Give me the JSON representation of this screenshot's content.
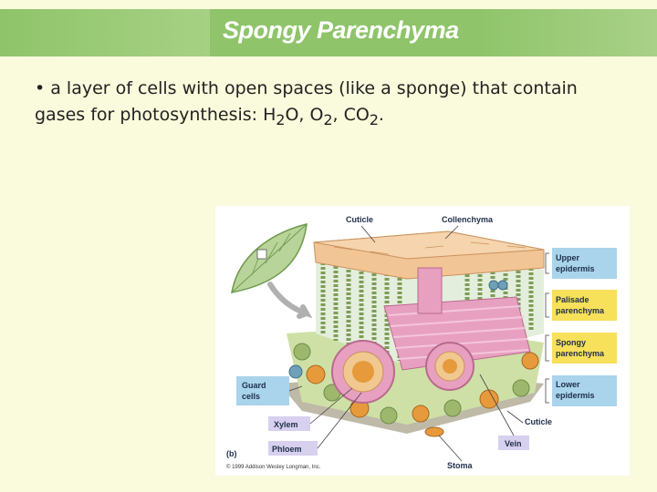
{
  "slide": {
    "title": "Spongy Parenchyma",
    "bullet_main": "• a layer of cells with open spaces (like a sponge) that contain gases for photosynthesis: H",
    "sub_2a": "2",
    "o_comma": "O, O",
    "sub_2b": "2",
    "co_comma": ", CO",
    "sub_2c": "2",
    "period": "."
  },
  "figure": {
    "labels": {
      "cuticle_top": "Cuticle",
      "collenchyma": "Collenchyma",
      "upper_epidermis_1": "Upper",
      "upper_epidermis_2": "epidermis",
      "palisade_1": "Palisade",
      "palisade_2": "parenchyma",
      "spongy_1": "Spongy",
      "spongy_2": "parenchyma",
      "lower_epidermis_1": "Lower",
      "lower_epidermis_2": "epidermis",
      "guard_1": "Guard",
      "guard_2": "cells",
      "xylem": "Xylem",
      "phloem": "Phloem",
      "cuticle_bottom": "Cuticle",
      "vein": "Vein",
      "stoma": "Stoma",
      "panel": "(b)",
      "credit": "© 1999 Addison Wesley Longman, Inc."
    },
    "colors": {
      "upper_label_box": "#a9d4ec",
      "palisade_label_box": "#f7e05a",
      "xylem_label_box": "#d7d0ee",
      "cuticle_layer": "#f2c596",
      "vein_pink": "#e8a0c0",
      "spongy_green": "#9db86c",
      "stoma_orange": "#e79a3c"
    }
  }
}
